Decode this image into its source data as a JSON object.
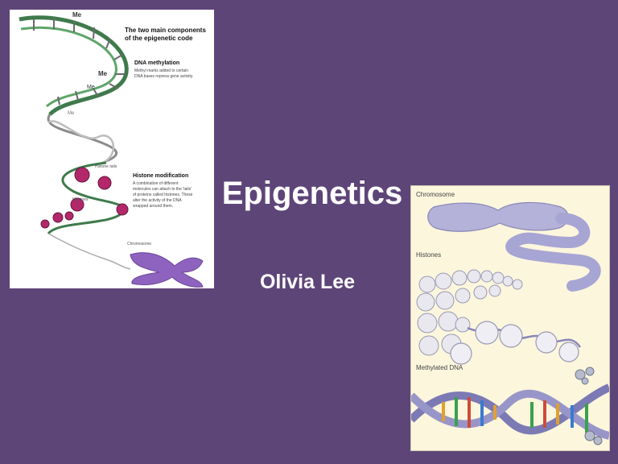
{
  "slide": {
    "title": "Epigenetics",
    "author": "Olivia Lee"
  },
  "left_figure": {
    "heading_line1": "The two main components",
    "heading_line2": "of the epigenetic code",
    "methylation_label": "DNA methylation",
    "methylation_desc_line1": "Methyl marks added to certain",
    "methylation_desc_line2": "DNA bases repress gene activity.",
    "me_label_1": "Me",
    "me_label_2": "Me",
    "me_label_3": "Me",
    "me_label_4": "Me",
    "histone_tails_label": "Histone tails",
    "histone_mod_label": "Histone modification",
    "histone_mod_desc_line1": "A combination of different",
    "histone_mod_desc_line2": "molecules can attach to the 'tails'",
    "histone_mod_desc_line3": "of proteins called histones. These",
    "histone_mod_desc_line4": "alter the activity of the DNA",
    "histone_mod_desc_line5": "wrapped around them.",
    "histones_label": "Histones",
    "chromosome_label": "Chromosome"
  },
  "right_figure": {
    "chromosome_label": "Chromosome",
    "histones_label": "Histones",
    "methylated_dna_label": "Methylated DNA"
  },
  "colors": {
    "background": "#5e4578",
    "chromosome_purple": "#9a7fc4",
    "histone_pink": "#b2286a",
    "dna_green": "#3f7a4c"
  }
}
